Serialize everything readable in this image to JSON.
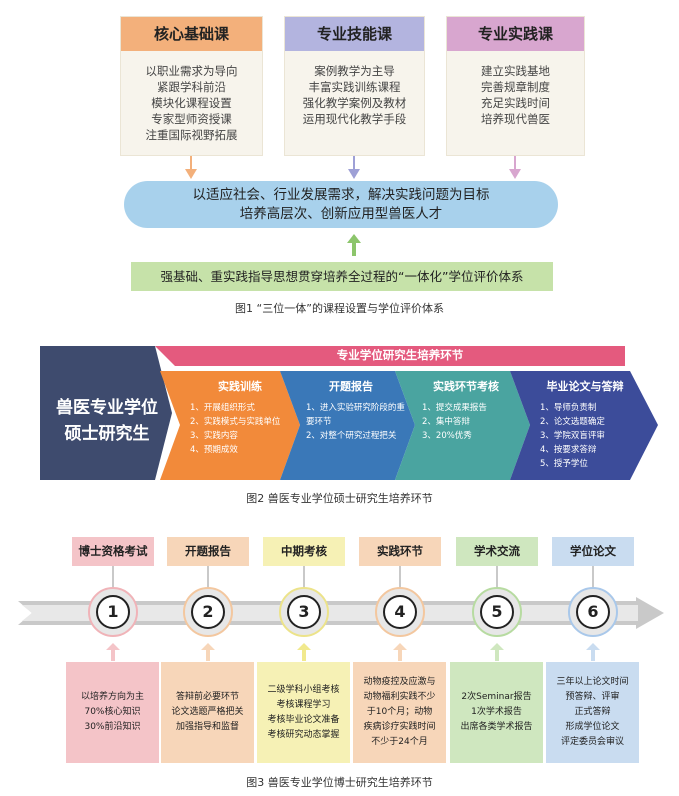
{
  "figure1": {
    "cards": [
      {
        "title": "核心基础课",
        "color": "#f3b07b",
        "lines": [
          "以职业需求为导向",
          "紧跟学科前沿",
          "模块化课程设置",
          "专家型师资授课",
          "注重国际视野拓展"
        ]
      },
      {
        "title": "专业技能课",
        "color": "#b3b4df",
        "lines": [
          "案例教学为主导",
          "丰富实践训练课程",
          "强化教学案例及教材",
          "运用现代化教学手段"
        ]
      },
      {
        "title": "专业实践课",
        "color": "#d8a6cf",
        "lines": [
          "建立实践基地",
          "完善规章制度",
          "充足实践时间",
          "培养现代兽医"
        ]
      }
    ],
    "goal_line1": "以适应社会、行业发展需求，解决实践问题为目标",
    "goal_line2": "培养高层次、创新应用型兽医人才",
    "bottom": "强基础、重实践指导思想贯穿培养全过程的“一体化”学位评价体系",
    "caption": "图1 “三位一体”的课程设置与学位评价体系"
  },
  "figure2": {
    "banner": "专业学位研究生培养环节",
    "main_line1": "兽医专业学位",
    "main_line2": "硕士研究生",
    "stages": [
      {
        "title": "实践训练",
        "color": "#f28a3a",
        "text_color": "#ffffff",
        "items": [
          "1、开展组织形式",
          "2、实践模式与实践单位",
          "3、实践内容",
          "4、预期成效"
        ]
      },
      {
        "title": "开题报告",
        "color": "#3a78b8",
        "text_color": "#ffffff",
        "items": [
          "1、进入实验研究阶段的重要环节",
          "2、对整个研究过程把关"
        ]
      },
      {
        "title": "实践环节考核",
        "color": "#4aa4a0",
        "text_color": "#ffffff",
        "items": [
          "1、提交成果报告",
          "2、集中答辩",
          "3、20%优秀"
        ]
      },
      {
        "title": "毕业论文与答辩",
        "color": "#3c4c9a",
        "text_color": "#ffffff",
        "items": [
          "1、导师负责制",
          "2、论文选题确定",
          "3、学院双盲评审",
          "4、按要求答辩",
          "5、授予学位"
        ]
      }
    ],
    "caption": "图2 兽医专业学位硕士研究生培养环节"
  },
  "figure3": {
    "steps": [
      {
        "label": "博士资格考试",
        "num": "1",
        "color": "#f4c4c8",
        "box": [
          "以培养方向为主",
          "70%核心知识",
          "30%前沿知识"
        ]
      },
      {
        "label": "开题报告",
        "num": "2",
        "color": "#f7d6b9",
        "box": [
          "答辩前必要环节",
          "论文选题严格把关",
          "加强指导和监督"
        ]
      },
      {
        "label": "中期考核",
        "num": "3",
        "color": "#f6f1b5",
        "box": [
          "二级学科小组考核",
          "考核课程学习",
          "考核毕业论文准备",
          "考核研究动态掌握"
        ]
      },
      {
        "label": "实践环节",
        "num": "4",
        "color": "#f7d6b9",
        "box": [
          "动物疫控及应激与",
          "动物福利实践不少",
          "于10个月；动物",
          "疾病诊疗实践时间",
          "不少于24个月"
        ]
      },
      {
        "label": "学术交流",
        "num": "5",
        "color": "#cfe7bf",
        "box": [
          "2次Seminar报告",
          "1次学术报告",
          "出席各类学术报告"
        ]
      },
      {
        "label": "学位论文",
        "num": "6",
        "color": "#c9dcf0",
        "box": [
          "三年以上论文时间",
          "预答辩、评审",
          "正式答辩",
          "形成学位论文",
          "评定委员会审议"
        ]
      }
    ],
    "caption": "图3 兽医专业学位博士研究生培养环节"
  }
}
